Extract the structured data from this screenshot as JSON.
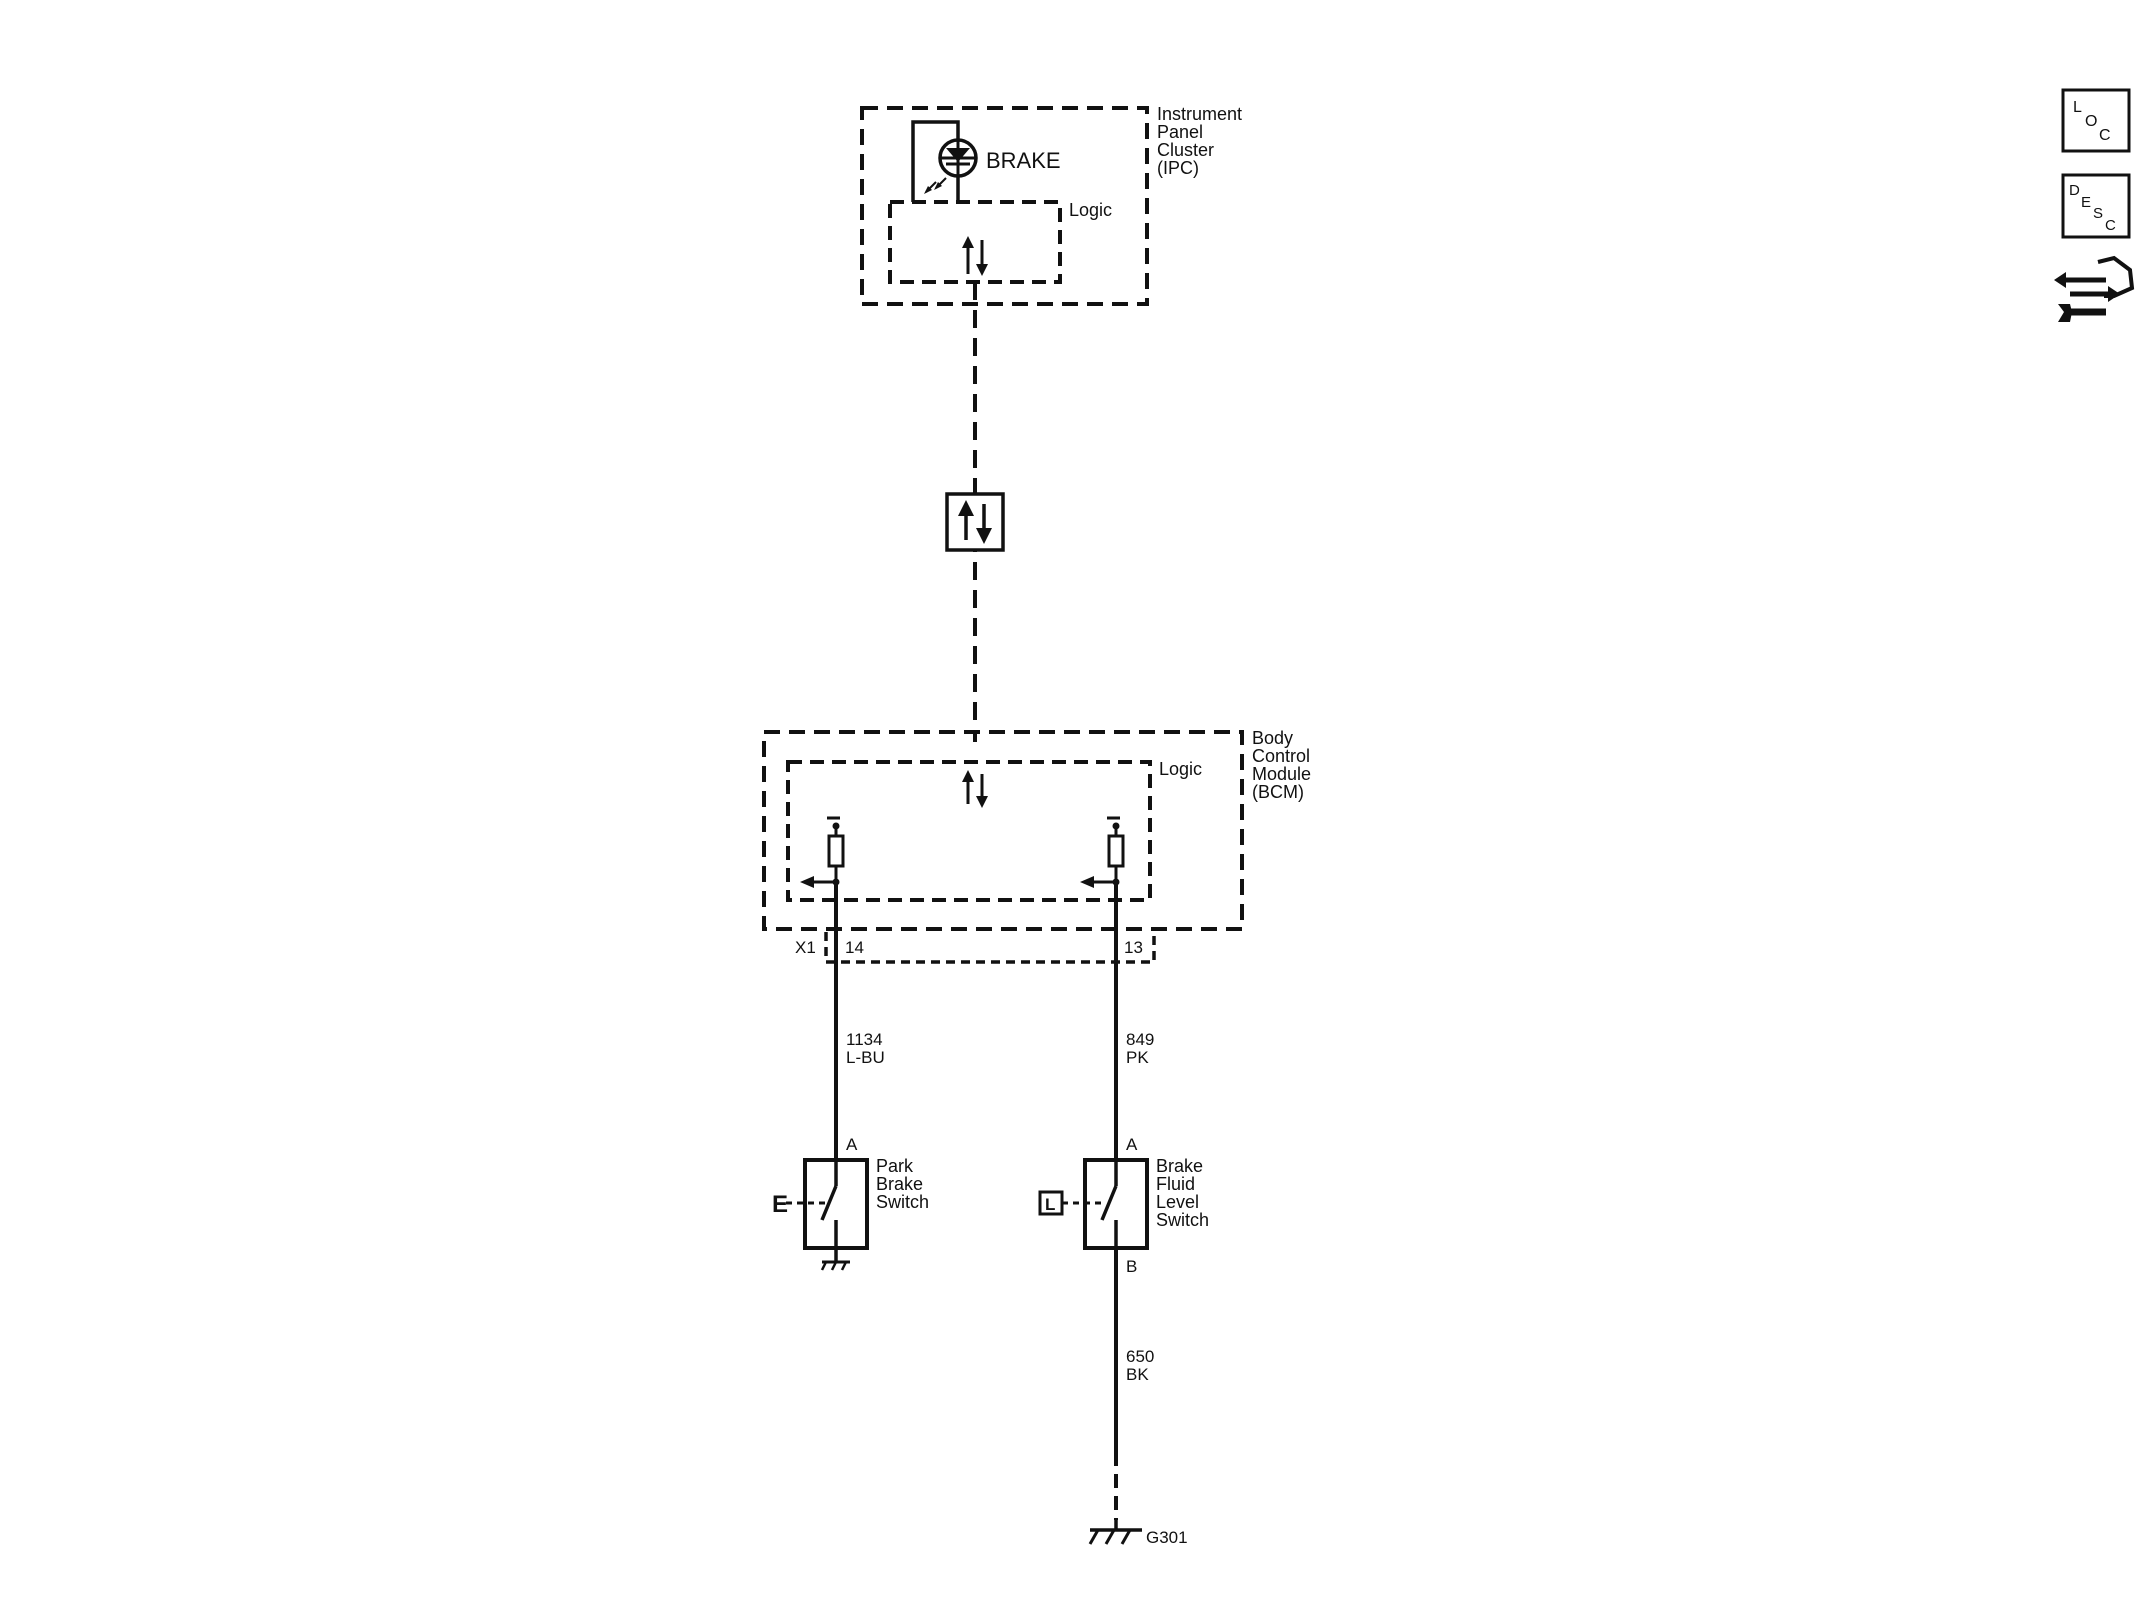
{
  "ipc": {
    "name_lines": [
      "Instrument",
      "Panel",
      "Cluster",
      "(IPC)"
    ],
    "lamp_label": "BRAKE",
    "logic_label": "Logic"
  },
  "bcm": {
    "name_lines": [
      "Body",
      "Control",
      "Module",
      "(BCM)"
    ],
    "logic_label": "Logic",
    "connector": "X1",
    "pin_left": "14",
    "pin_right": "13"
  },
  "wires": {
    "left": {
      "circuit": "1134",
      "color": "L-BU"
    },
    "right_upper": {
      "circuit": "849",
      "color": "PK"
    },
    "right_lower": {
      "circuit": "650",
      "color": "BK"
    }
  },
  "park_brake_switch": {
    "name_lines": [
      "Park",
      "Brake",
      "Switch"
    ],
    "pin_a": "A",
    "symbol": "E"
  },
  "brake_fluid_switch": {
    "name_lines": [
      "Brake",
      "Fluid",
      "Level",
      "Switch"
    ],
    "pin_a": "A",
    "pin_b": "B",
    "symbol": "L"
  },
  "ground": {
    "label": "G301"
  },
  "side_icons": {
    "loc": {
      "l": "L",
      "o": "O",
      "c": "C"
    },
    "desc": {
      "d": "D",
      "e": "E",
      "s": "S",
      "c": "C"
    },
    "tool": "connector-tool-icon"
  }
}
